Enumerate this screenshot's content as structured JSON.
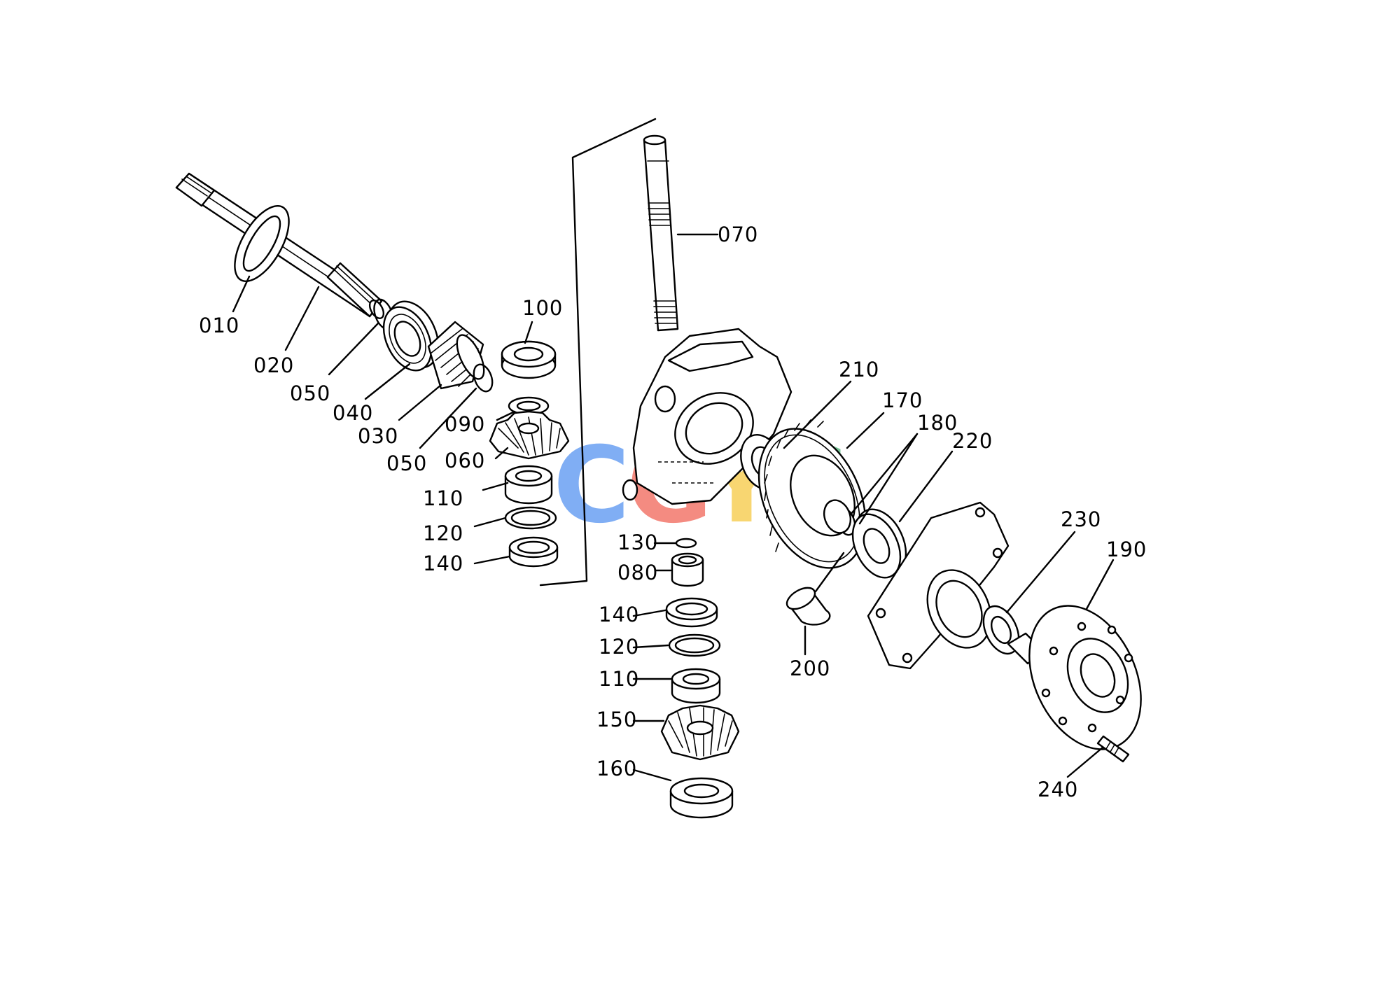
{
  "diagram": {
    "labels": {
      "p010": "010",
      "p020": "020",
      "p030": "030",
      "p040": "040",
      "p050a": "050",
      "p050b": "050",
      "p060": "060",
      "p070": "070",
      "p080": "080",
      "p090": "090",
      "p100": "100",
      "p110a": "110",
      "p110b": "110",
      "p120a": "120",
      "p120b": "120",
      "p130": "130",
      "p140a": "140",
      "p140b": "140",
      "p150": "150",
      "p160": "160",
      "p170": "170",
      "p180": "180",
      "p190": "190",
      "p200": "200",
      "p210": "210",
      "p220": "220",
      "p230": "230",
      "p240": "240"
    },
    "watermark": {
      "letters": [
        "C",
        "G",
        "Y",
        "C"
      ],
      "colors": [
        "#4a8cf0",
        "#ef5a4c",
        "#f5c534",
        "#3dab6b"
      ]
    }
  }
}
